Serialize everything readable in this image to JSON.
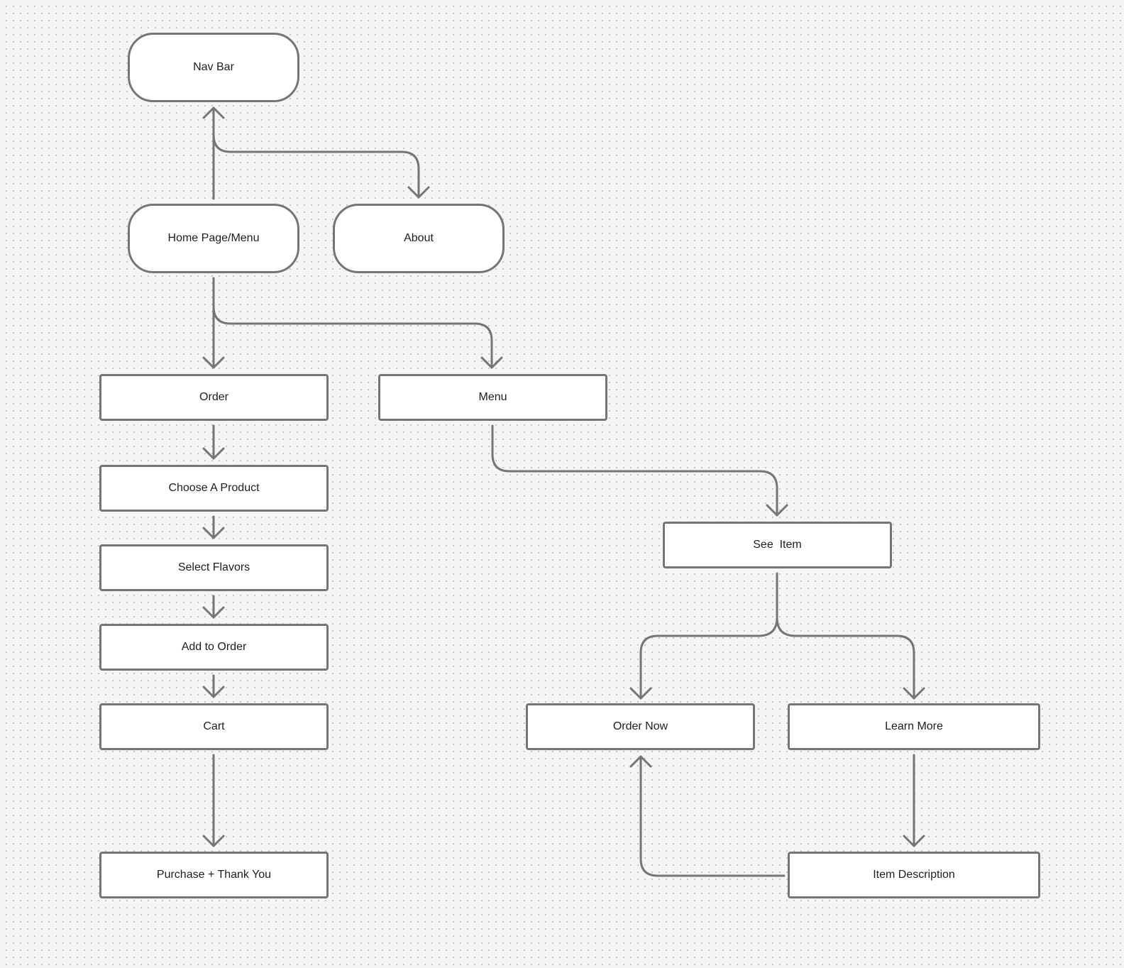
{
  "canvas": {
    "background": "#f5f5f5",
    "dot_color": "#c6c6c6",
    "stroke_color": "#757575",
    "node_fill": "#ffffff",
    "text_color": "#1e1e1e"
  },
  "nodes": {
    "nav_bar": "Nav Bar",
    "home_page": "Home Page/Menu",
    "about": "About",
    "order": "Order",
    "menu": "Menu",
    "choose_product": "Choose A Product",
    "select_flavors": "Select Flavors",
    "add_to_order": "Add to Order",
    "cart": "Cart",
    "purchase": "Purchase + Thank You",
    "see_item": "See  Item",
    "order_now": "Order Now",
    "learn_more": "Learn More",
    "item_description": "Item Description"
  },
  "edges": [
    {
      "from": "Home Page/Menu",
      "to": "Nav Bar"
    },
    {
      "from": "Home Page/Menu",
      "to": "About"
    },
    {
      "from": "Home Page/Menu",
      "to": "Order"
    },
    {
      "from": "Home Page/Menu",
      "to": "Menu"
    },
    {
      "from": "Order",
      "to": "Choose A Product"
    },
    {
      "from": "Choose A Product",
      "to": "Select Flavors"
    },
    {
      "from": "Select Flavors",
      "to": "Add to Order"
    },
    {
      "from": "Add to Order",
      "to": "Cart"
    },
    {
      "from": "Cart",
      "to": "Purchase + Thank You"
    },
    {
      "from": "Menu",
      "to": "See  Item"
    },
    {
      "from": "See  Item",
      "to": "Order Now"
    },
    {
      "from": "See  Item",
      "to": "Learn More"
    },
    {
      "from": "Learn More",
      "to": "Item Description"
    },
    {
      "from": "Item Description",
      "to": "Order Now"
    }
  ]
}
